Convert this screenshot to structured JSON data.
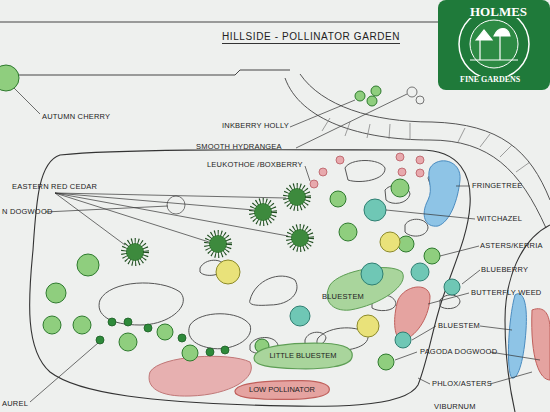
{
  "diagram": {
    "title": "HILLSIDE - POLLINATOR GARDEN",
    "nodes": [
      {
        "text": [
          "LITTLE BLUESTEM"
        ]
      },
      {
        "text": [
          "LOW POLLINATOR"
        ]
      }
    ],
    "labels": [
      "HOLMES",
      "FINE GARDENS",
      "AUTUMN CHERRY",
      "INKBERRY HOLLY",
      "SMOOTH HYDRANGEA",
      "LEUKOTHOE /BOXBERRY",
      "EASTERN RED CEDAR",
      "N DOGWOOD",
      "FRINGETREE",
      "WITCHAZEL",
      "ASTERS/KERRIA",
      "BLUEBERRY",
      "BLUESTEM",
      "BUTTERFLY WEED",
      "BLUESTEM",
      "PAGODA DOGWOOD",
      "PHLOX/ASTERS",
      "VIBURNUM",
      "AUREL"
    ]
  }
}
